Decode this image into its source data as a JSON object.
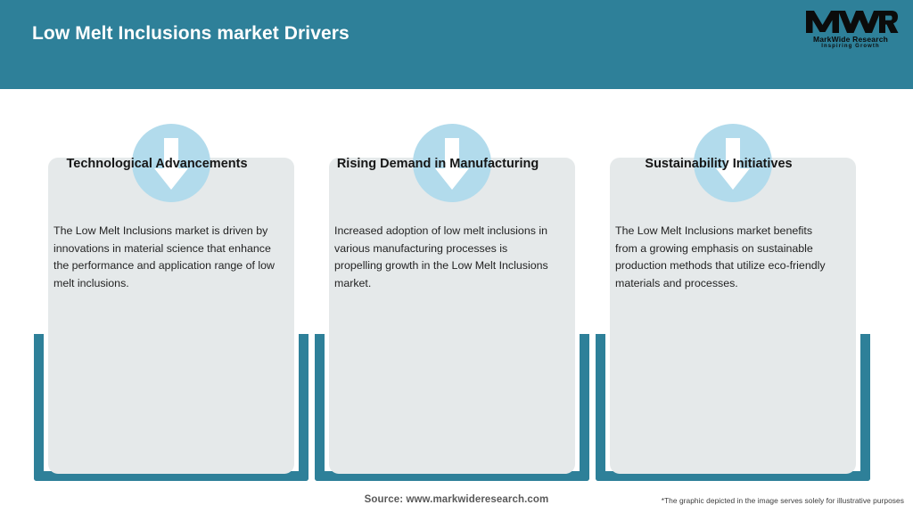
{
  "header": {
    "title": "Low Melt Inclusions market Drivers",
    "background_color": "#2e8099",
    "title_color": "#ffffff"
  },
  "logo": {
    "mark": "MWR",
    "name": "MarkWide Research",
    "tagline": "Inspiring Growth"
  },
  "cards": [
    {
      "icon": "down-arrow-icon",
      "title": "Technological Advancements",
      "body": "The Low Melt Inclusions market is driven by innovations in material science that enhance the performance and application range of low melt inclusions."
    },
    {
      "icon": "down-arrow-icon",
      "title": "Rising Demand in Manufacturing",
      "body": "Increased adoption of low melt inclusions in various manufacturing processes is propelling growth in the Low Melt Inclusions market."
    },
    {
      "icon": "down-arrow-icon",
      "title": "Sustainability Initiatives",
      "body": "The Low Melt Inclusions market benefits from a growing emphasis on sustainable production methods that utilize eco-friendly materials and processes."
    }
  ],
  "footer": {
    "source": "Source: www.markwideresearch.com",
    "disclaimer": "*The graphic depicted in the image serves solely for illustrative purposes"
  },
  "theme": {
    "teal": "#2e8099",
    "card_background": "#e5e9ea",
    "badge_circle": "#b2dbec",
    "arrow": "#ffffff",
    "page_background": "#ffffff"
  }
}
